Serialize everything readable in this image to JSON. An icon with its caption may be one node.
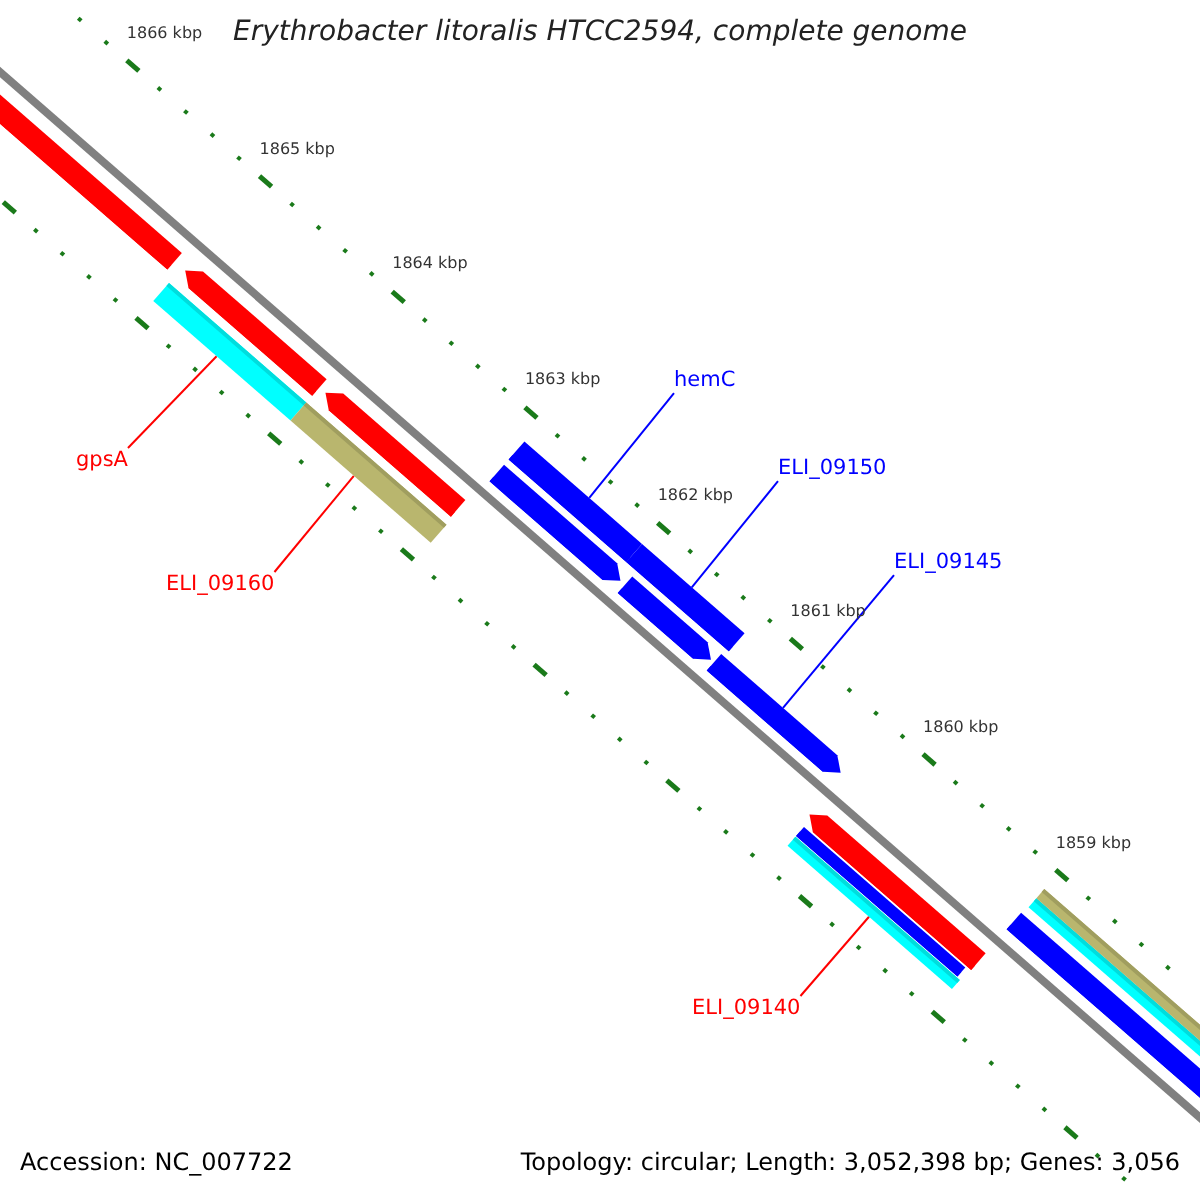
{
  "diagram": {
    "title": "Erythrobacter litoralis HTCC2594, complete genome",
    "nodes": [
      {
        "text": [
          "gpsA"
        ]
      },
      {
        "text": [
          "ELI_09160"
        ]
      },
      {
        "text": [
          "hemC"
        ]
      },
      {
        "text": [
          "ELI_09150"
        ]
      },
      {
        "text": [
          "ELI_09145"
        ]
      },
      {
        "text": [
          "ELI_09140"
        ]
      },
      {
        "text": [],
        "shape": "bar"
      },
      {
        "text": [],
        "shape": "bar"
      },
      {
        "text": [],
        "shape": "bar"
      },
      {
        "text": [],
        "shape": "bar"
      },
      {
        "text": [],
        "shape": "bar"
      },
      {
        "text": [],
        "shape": "bar"
      }
    ],
    "edges": [
      {
        "from": 0,
        "to": 6,
        "arrow": "none",
        "color": "#ff0000"
      },
      {
        "from": 1,
        "to": 7,
        "arrow": "none",
        "color": "#ff0000"
      },
      {
        "from": 2,
        "to": 8,
        "arrow": "none",
        "color": "#0000ff"
      },
      {
        "from": 3,
        "to": 9,
        "arrow": "none",
        "color": "#0000ff"
      },
      {
        "from": 4,
        "to": 10,
        "arrow": "none",
        "color": "#0000ff"
      },
      {
        "from": 5,
        "to": 11,
        "arrow": "none",
        "color": "#ff0000"
      }
    ],
    "labels": [
      "1866 kbp",
      "1865 kbp",
      "1864 kbp",
      "1863 kbp",
      "1862 kbp",
      "1861 kbp",
      "1860 kbp",
      "1859 kbp",
      "Accession: NC_007722",
      "Topology: circular; Length: 3,052,398 bp; Genes: 3,056"
    ]
  }
}
